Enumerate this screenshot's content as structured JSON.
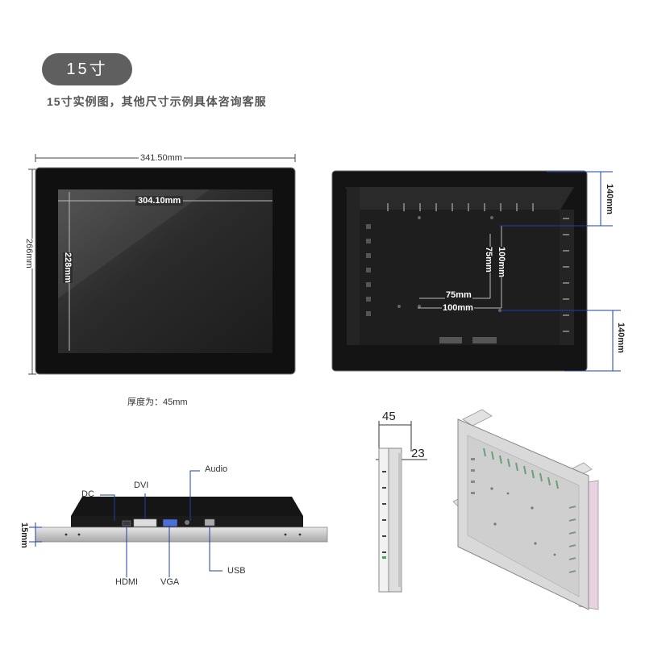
{
  "header": {
    "size_badge": "15寸",
    "subtitle": "15寸实例图，其他尺寸示例具体咨询客服"
  },
  "front_view": {
    "outer_width": "341.50mm",
    "outer_height": "266mm",
    "screen_width": "304.10mm",
    "screen_height": "228mm",
    "thickness": "厚度为：45mm"
  },
  "rear_view": {
    "top_margin": "140mm",
    "bottom_margin": "140mm",
    "vesa_75_h": "75mm",
    "vesa_100_h": "100mm",
    "vesa_75_v": "75mm",
    "vesa_100_v": "100mm"
  },
  "side_view": {
    "depth_total": "45",
    "depth_body": "23"
  },
  "ports_view": {
    "height": "15mm",
    "ports": {
      "dc": "DC",
      "dvi": "DVI",
      "audio": "Audio",
      "hdmi": "HDMI",
      "vga": "VGA",
      "usb": "USB"
    }
  },
  "colors": {
    "badge": "#5f5f5f",
    "panel": "#141414",
    "dimension_line": "#1e3fa8",
    "chassis": "#c9c9c9"
  }
}
